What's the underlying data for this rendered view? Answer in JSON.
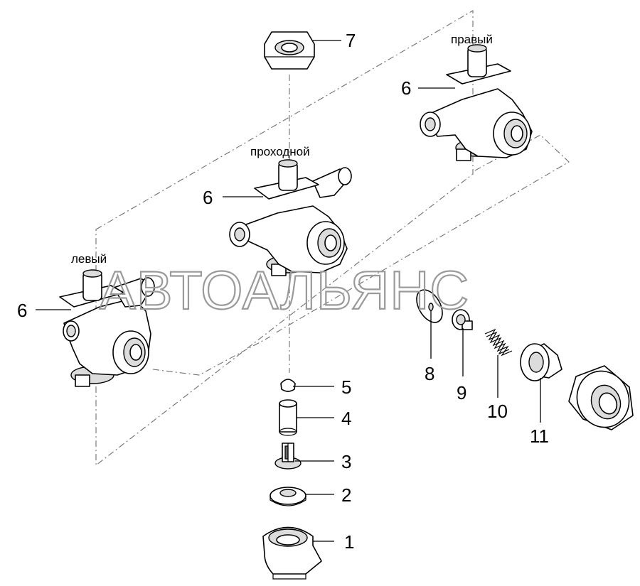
{
  "watermark": "АВТОАЛЬЯНС",
  "captions": {
    "right": "правый",
    "middle": "проходной",
    "left": "левый"
  },
  "callouts": {
    "n1": "1",
    "n2": "2",
    "n3": "3",
    "n4": "4",
    "n5": "5",
    "n6_right": "6",
    "n6_middle": "6",
    "n6_left": "6",
    "n7": "7",
    "n8": "8",
    "n9": "9",
    "n10": "10",
    "n11": "11"
  }
}
